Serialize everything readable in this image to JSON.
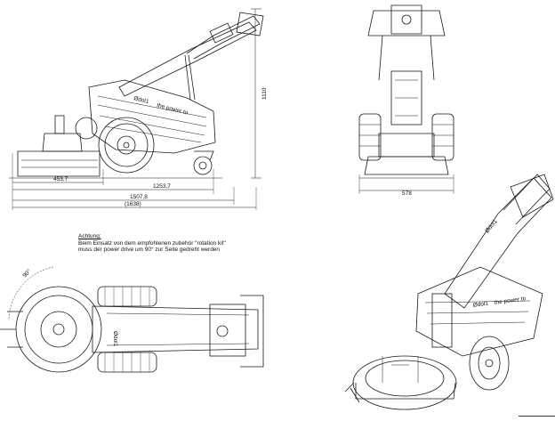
{
  "dimensions": {
    "height": "1110",
    "d453": "453,7",
    "d1253": "1253,7",
    "d1507": "1507,8",
    "d1638": "(1638)",
    "width_front": "578",
    "angle": "90°"
  },
  "note": {
    "heading": "Achtung:",
    "line1": "Beim Einsatz von dem empfohlenen zubehör \"rotation kit\"",
    "line2": "muss der power drive um 90° zur Seite gedreht werden"
  },
  "brand": {
    "logo": "Ødol1",
    "slogan": "the power to"
  },
  "colors": {
    "line": "#1a1a1a",
    "background": "#ffffff"
  }
}
